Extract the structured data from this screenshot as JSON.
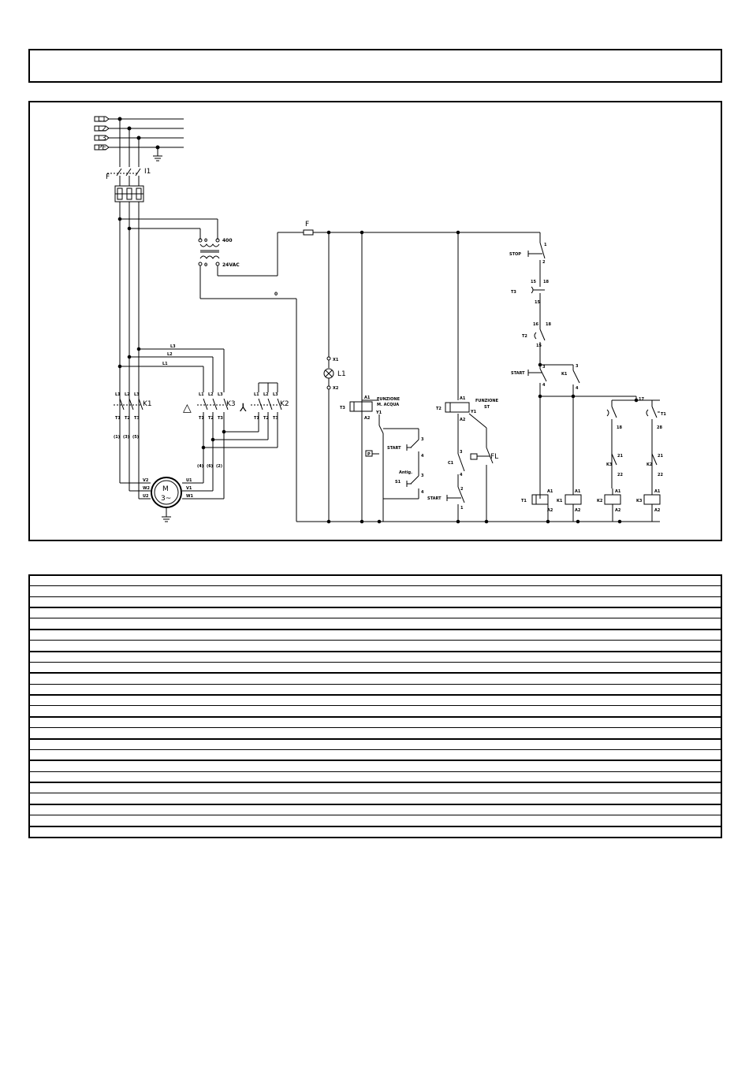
{
  "diagram": {
    "supply_phases": [
      "L1",
      "L2",
      "L3",
      "PE"
    ],
    "main_switch": "I1",
    "transformer": {
      "primary_zero": "0",
      "primary_voltage": "400",
      "secondary_zero": "0",
      "secondary_voltage": "24VAC"
    },
    "fuse": "F",
    "neutral_label": "0",
    "lamp": {
      "name": "L1",
      "top": "X1",
      "bottom": "X2"
    },
    "contactors": {
      "k1": "K1",
      "k3": "K3",
      "k2": "K2"
    },
    "contactor_inputs": [
      "L1",
      "L2",
      "L3"
    ],
    "contactor_outputs": [
      "T1",
      "T2",
      "T3"
    ],
    "motor_wire_labels": [
      "(1)",
      "(3)",
      "(5)",
      "(4)",
      "(6)",
      "(2)"
    ],
    "feed_labels": [
      "L3",
      "L2",
      "L1"
    ],
    "delta_symbol": "△",
    "star_symbol": "⅄",
    "motor": {
      "symbol": "M",
      "phase": "3~",
      "terminals_left": [
        "V2",
        "W2",
        "U2"
      ],
      "terminals_right": [
        "U1",
        "V1",
        "W1"
      ]
    },
    "water_function": {
      "timer": "T3",
      "a1": "A1",
      "a2": "A2",
      "title1": "FUNZIONE",
      "title2": "M. ACQUA",
      "y1": "Y1",
      "start": "START",
      "antig": "Antig.",
      "s1": "S1",
      "t3": "3",
      "t4": "4",
      "a3": "3",
      "a4": "4",
      "press": "P"
    },
    "st_function": {
      "timer": "T2",
      "a1": "A1",
      "a2": "A2",
      "title1": "FUNZIONE",
      "title2": "ST",
      "y1": "Y1",
      "c1": "C1",
      "n3": "3",
      "n4": "4",
      "start": "START",
      "n2": "2",
      "n1": "1",
      "fl": "FL"
    },
    "right_circuit": {
      "stop": "STOP",
      "stop1": "1",
      "stop2": "2",
      "t3": "T3",
      "t3a": "15",
      "t3b": "18",
      "t3c": "15",
      "t2": "T2",
      "t2a": "16",
      "t2b": "18",
      "t2c": "15",
      "start": "START",
      "s3": "3",
      "s4": "4",
      "k1": "K1",
      "k1a": "3",
      "k1b": "4",
      "n17": "17",
      "n18": "18",
      "n28": "28",
      "k3n21": "21",
      "k3n22": "22",
      "k2n21": "21",
      "k2n22": "22",
      "t1": "T1",
      "coils": [
        {
          "name": "T1",
          "a1": "A1",
          "a2": "A2"
        },
        {
          "name": "K1",
          "a1": "A1",
          "a2": "A2"
        },
        {
          "name": "K2",
          "a1": "A1",
          "a2": "A2"
        },
        {
          "name": "K3",
          "a1": "A1",
          "a2": "A2"
        }
      ],
      "k3c": "K3",
      "k2c": "K2"
    }
  }
}
